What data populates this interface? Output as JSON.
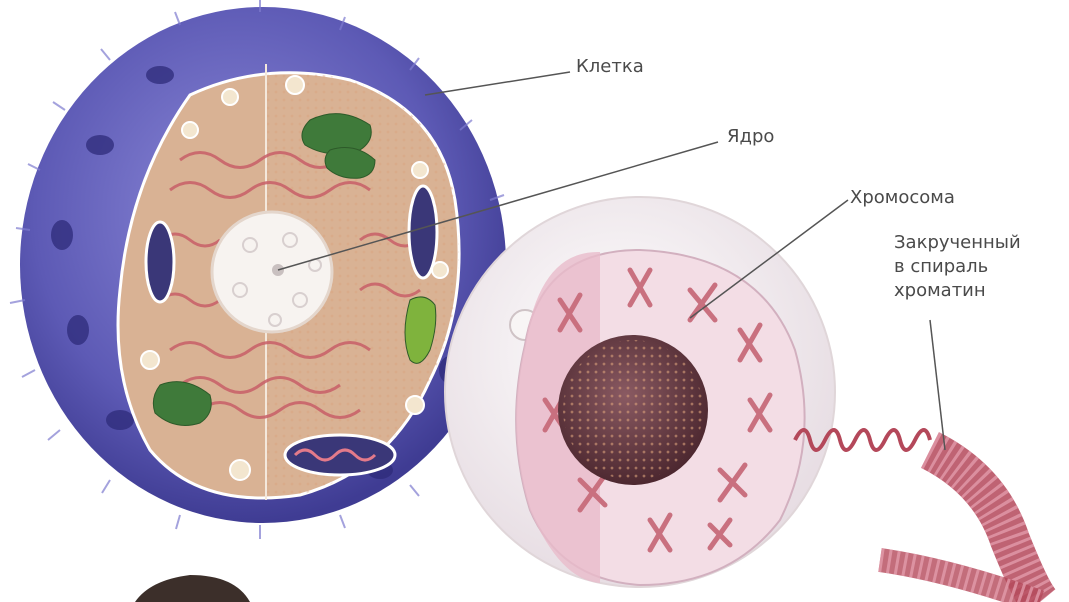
{
  "labels": {
    "cell": "Клетка",
    "nucleus": "Ядро",
    "chromosome": "Хромосома",
    "chromatin": [
      "Закрученный",
      "в спираль",
      "хроматин"
    ]
  },
  "colors": {
    "membrane": "#5d5ab5",
    "cytoplasm": "#d9b294",
    "endoplasmic_reticulum": "#c85f68",
    "golgi": "#3f7a3a",
    "nucleus_outer": "#f2e6ea",
    "nucleus_inner": "#e8bccb",
    "nucleolus": "#6a3a44",
    "chromatin_fiber": "#b4485a",
    "leader_line": "#555555"
  }
}
